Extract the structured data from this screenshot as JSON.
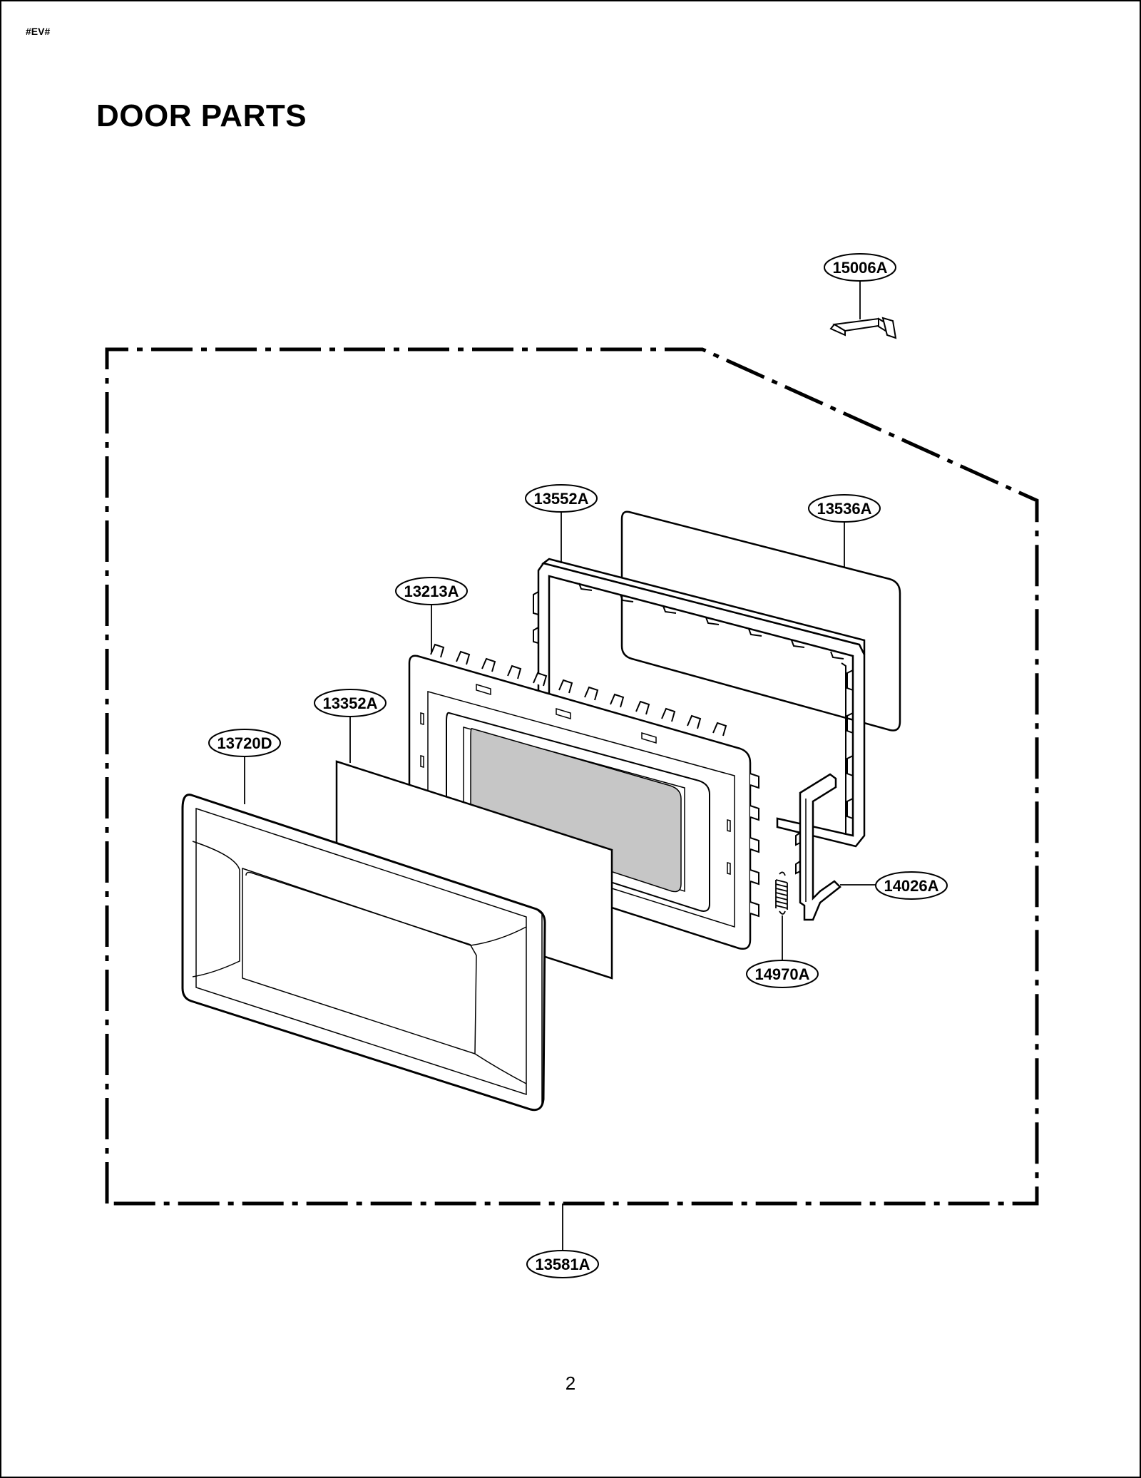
{
  "header": {
    "code": "#EV#"
  },
  "title": "DOOR PARTS",
  "parts": {
    "p15006A": "15006A",
    "p13552A": "13552A",
    "p13536A": "13536A",
    "p13213A": "13213A",
    "p13352A": "13352A",
    "p13720D": "13720D",
    "p14026A": "14026A",
    "p14970A": "14970A",
    "p13581A": "13581A"
  },
  "page_number": "2"
}
